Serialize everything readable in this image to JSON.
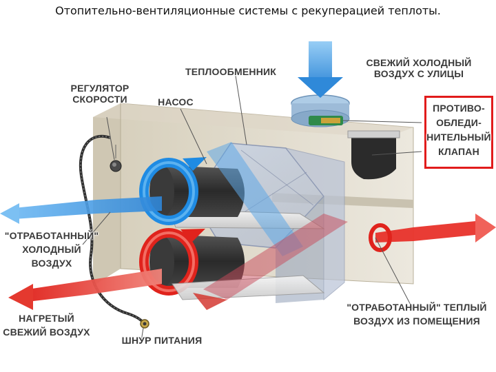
{
  "slide": {
    "title": "Отопительно-вентиляционные системы с рекуперацией теплоты."
  },
  "diagram": {
    "labels": {
      "speed_regulator": "РЕГУЛЯТОР\nСКОРОСТИ",
      "heat_exchanger": "ТЕПЛООБМЕННИК",
      "pump": "НАСОС",
      "fresh_cold_air": "СВЕЖИЙ ХОЛОДНЫЙ\nВОЗДУХ С УЛИЦЫ",
      "anti_icing_valve": "ПРОТИВО-\nОБЛЕДИ-\nНИТЕЛЬНЫЙ\nКЛАПАН",
      "exhaust_cold_air": "\"ОТРАБОТАННЫЙ\"\nХОЛОДНЫЙ\nВОЗДУХ",
      "heated_fresh_air": "НАГРЕТЫЙ\nСВЕЖИЙ ВОЗДУХ",
      "power_cord": "ШНУР ПИТАНИЯ",
      "exhaust_warm_air": "\"ОТРАБОТАННЫЙ\" ТЕПЛЫЙ\nВОЗДУХ ИЗ ПОМЕЩЕНИЯ"
    },
    "colors": {
      "cold_air": "#3a9be8",
      "warm_air": "#e8312a",
      "highlight": "#e11b1b",
      "housing": "#e6e1d3"
    },
    "icons": [
      "blue-fan",
      "red-fan",
      "heat-exchanger-core",
      "power-cord",
      "speed-knob"
    ]
  }
}
